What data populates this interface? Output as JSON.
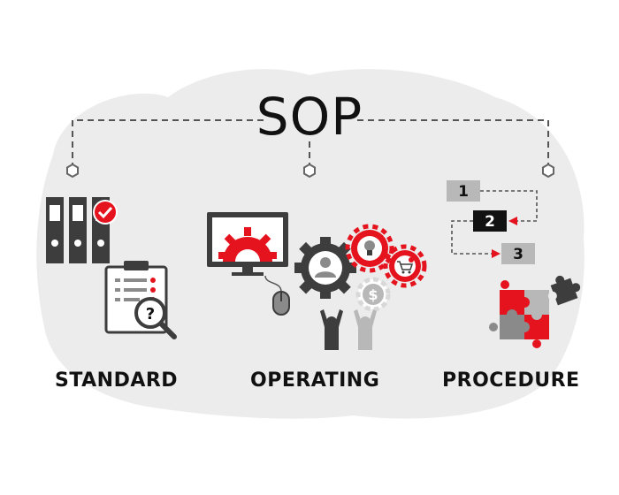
{
  "title": "SOP",
  "labels": {
    "standard": "STANDARD",
    "operating": "OPERATING",
    "procedure": "PROCEDURE"
  },
  "steps": [
    "1",
    "2",
    "3"
  ],
  "icons": {
    "standard": [
      "binders-icon",
      "checkmark-badge-icon",
      "clipboard-icon",
      "magnifier-question-icon"
    ],
    "operating": [
      "monitor-gear-icon",
      "mouse-icon",
      "user-gear-icon",
      "lightbulb-gear-icon",
      "cart-gear-icon",
      "dollar-gear-icon",
      "team-people-icon"
    ],
    "procedure": [
      "flow-steps-icon",
      "puzzle-icon"
    ]
  },
  "colors": {
    "accent": "#e5131d",
    "dark": "#3d3d3d",
    "mid": "#8a8a8a",
    "light": "#b8b8b8",
    "blob": "#ececec"
  }
}
